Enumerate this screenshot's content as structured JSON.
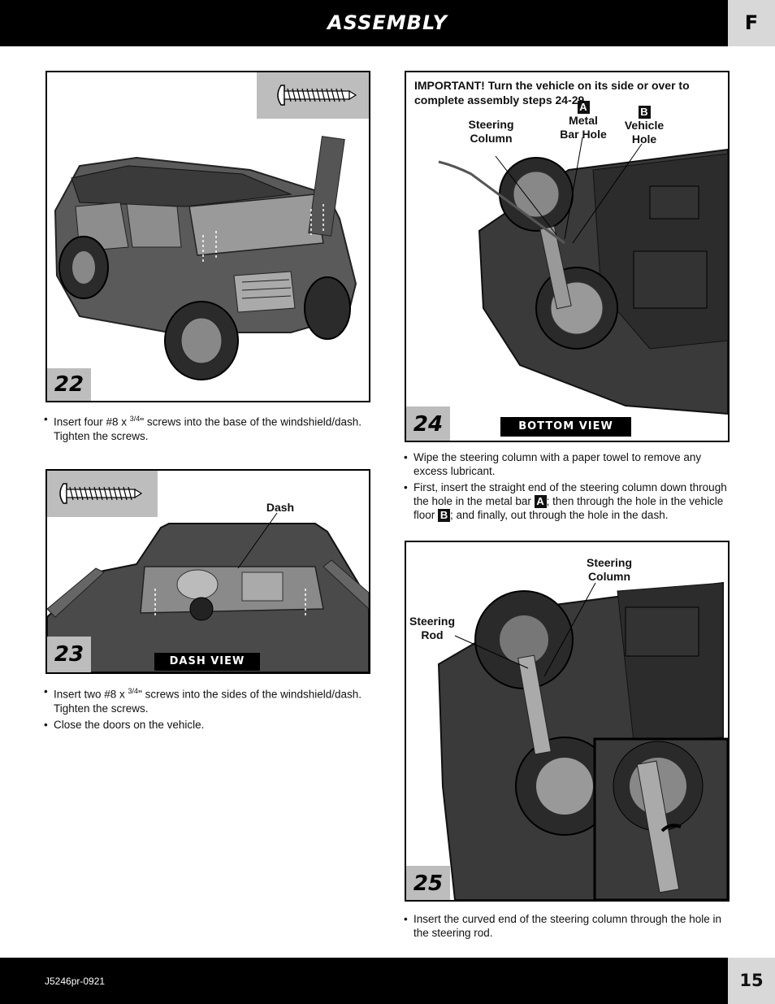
{
  "header": {
    "title": "ASSEMBLY",
    "section_tab": "F"
  },
  "footer": {
    "code": "J5246pr-0921",
    "page": "15"
  },
  "step22": {
    "number": "22",
    "bullets": [
      {
        "pre": "Insert four #8 x ",
        "frac": "3/4",
        "post": "\" screws into the base of the windshield/dash. Tighten the screws."
      }
    ]
  },
  "step23": {
    "number": "23",
    "view_label": "DASH VIEW",
    "callout_dash": "Dash",
    "bullets": [
      {
        "pre": "Insert two #8 x ",
        "frac": "3/4",
        "post": "\" screws into the sides of the windshield/dash. Tighten the screws."
      },
      {
        "text": "Close the doors on the vehicle."
      }
    ]
  },
  "step24": {
    "number": "24",
    "view_label": "BOTTOM VIEW",
    "important": "IMPORTANT! Turn the vehicle on its side or over to complete assembly steps 24-29.",
    "callout_steering_column": [
      "Steering",
      "Column"
    ],
    "badge_a": "A",
    "callout_metal_bar_hole": [
      "Metal",
      "Bar Hole"
    ],
    "badge_b": "B",
    "callout_vehicle_hole": [
      "Vehicle",
      "Hole"
    ],
    "bullets": [
      {
        "text": "Wipe the steering column with a paper towel to remove any excess lubricant."
      },
      {
        "pre": "First, insert the straight end of the steering column down through the hole in the metal bar ",
        "badge1": "A",
        "mid": "; then through the hole in the vehicle floor ",
        "badge2": "B",
        "post": "; and finally, out through the hole in the dash."
      }
    ]
  },
  "step25": {
    "number": "25",
    "callout_steering_column": [
      "Steering",
      "Column"
    ],
    "callout_steering_rod": [
      "Steering",
      "Rod"
    ],
    "bullets": [
      {
        "text": "Insert the curved end of the steering column through the hole in the steering rod."
      }
    ]
  }
}
